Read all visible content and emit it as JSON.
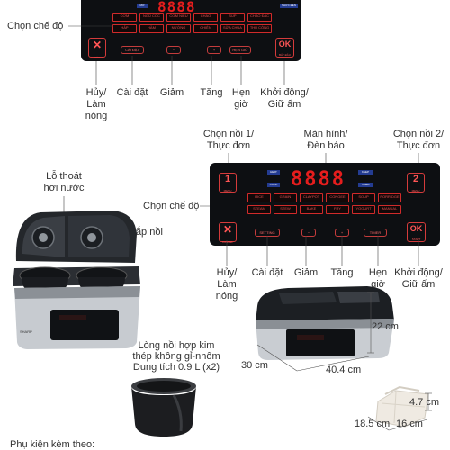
{
  "top_panel": {
    "mode_label": "Chọn chế độ",
    "display_digits": "8888",
    "left_tag": "MỞ",
    "right_tag": "THỨC ĐẾN",
    "modes_row1": [
      "CƠM",
      "NGŨ CỐC",
      "CƠM NIÊU",
      "CHÁO",
      "SÚP",
      "CHÁO ĐẶC"
    ],
    "modes_row2": [
      "HẤP",
      "HẦM",
      "NƯỚNG",
      "CHIÊN",
      "SỮA CHUA",
      "THỦ CÔNG"
    ],
    "btn_left_sub": "HỦY",
    "btn_setting": "CÀI ĐẶT",
    "btn_timer": "HẸN GIỜ",
    "btn_ok_sub": "BẮT ĐẦU",
    "btn_ok": "OK",
    "captions": {
      "cancel": [
        "Hủy/",
        "Làm",
        "nóng"
      ],
      "setting": "Cài đặt",
      "decrease": "Giảm",
      "increase": "Tăng",
      "timer": [
        "Hẹn",
        "giờ"
      ],
      "start": [
        "Khởi động/",
        "Giữ ấm"
      ]
    }
  },
  "middle_panel": {
    "select_pot1": [
      "Chọn nồi 1/",
      "Thực đơn"
    ],
    "screen_label": [
      "Màn hình/",
      "Đèn báo"
    ],
    "select_pot2": [
      "Chọn nồi 2/",
      "Thực đơn"
    ],
    "mode_label": "Chọn chế độ",
    "display_digits": "8888",
    "left_tags": [
      "HEAT",
      "COOK"
    ],
    "right_tags": [
      "KEEP",
      "TIMER"
    ],
    "modes_row1": [
      "RICE",
      "GRAIN",
      "CLAYPOT",
      "CONGEE",
      "SOUP",
      "PORRIDGE"
    ],
    "modes_row2": [
      "STEAM",
      "STEW",
      "BAKE",
      "FRY",
      "YOGURT",
      "MANUAL"
    ],
    "btn_pot1": "1",
    "btn_pot1_sub": "MENU",
    "btn_pot2": "2",
    "btn_pot2_sub": "MENU",
    "btn_cancel_sub": "CANCEL",
    "btn_setting": "SETTING",
    "btn_timer": "TIMER",
    "btn_ok": "OK",
    "btn_ok_sub": "START",
    "captions": {
      "cancel": [
        "Hủy/",
        "Làm",
        "nóng"
      ],
      "setting": "Cài đặt",
      "decrease": "Giảm",
      "increase": "Tăng",
      "timer": [
        "Hẹn",
        "giờ"
      ],
      "start": [
        "Khởi động/",
        "Giữ ấm"
      ]
    }
  },
  "cooker": {
    "vent_label": [
      "Lỗ thoát",
      "hơi nước"
    ],
    "lid_label": "Nắp nồi",
    "pot_label": [
      "Lòng nồi hợp kim",
      "thép không gỉ-nhôm",
      "Dung tích 0.9 L (x2)"
    ],
    "brand": "SHARP"
  },
  "dimensions": {
    "height": "22 cm",
    "depth": "30 cm",
    "width": "40.4 cm"
  },
  "accessory": {
    "height": "4.7 cm",
    "width": "18.5 cm",
    "depth": "16 cm"
  },
  "accessories_heading": "Phụ kiện kèm theo:",
  "colors": {
    "panel": "#0d0f12",
    "led_red": "#e51d1d",
    "accent_blue": "#243c92"
  }
}
